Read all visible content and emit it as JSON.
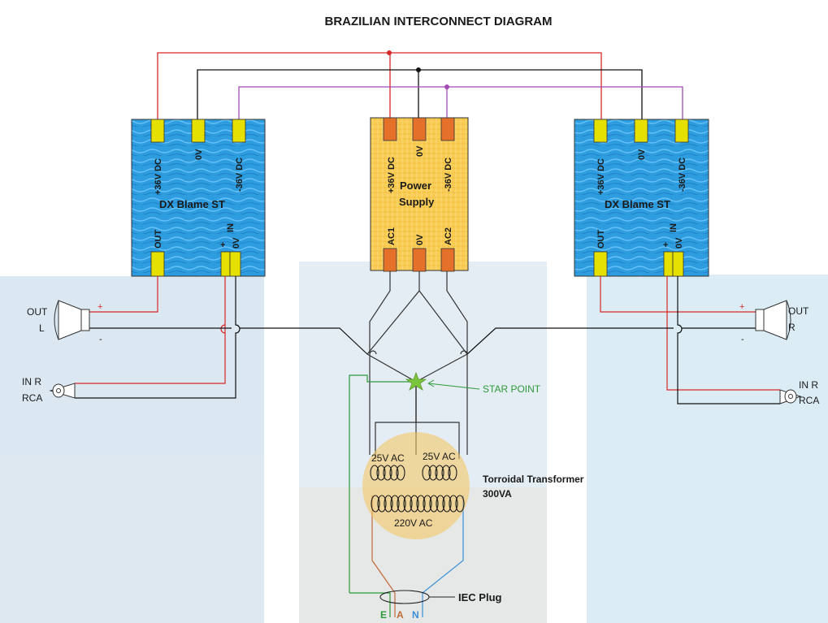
{
  "title": "BRAZILIAN INTERCONNECT DIAGRAM",
  "amp_left": {
    "name": "DX Blame ST",
    "top_pins": [
      "+36V DC",
      "0V",
      "-36V DC"
    ],
    "bottom_pins": [
      "OUT",
      "+",
      "0V",
      "IN"
    ]
  },
  "power_supply": {
    "name_line1": "Power",
    "name_line2": "Supply",
    "top_pins": [
      "+36V DC",
      "0V",
      "-36V DC"
    ],
    "bottom_pins": [
      "AC1",
      "0V",
      "AC2"
    ]
  },
  "amp_right": {
    "name": "DX Blame ST",
    "top_pins": [
      "+36V DC",
      "0V",
      "-36V DC"
    ],
    "bottom_pins": [
      "OUT",
      "+",
      "0V",
      "IN"
    ]
  },
  "speaker_left": {
    "label1": "OUT",
    "label2": "L",
    "plus": "+",
    "minus": "-"
  },
  "speaker_right": {
    "label1": "OUT",
    "label2": "R",
    "plus": "+",
    "minus": "-"
  },
  "rca_left": {
    "label1": "IN R",
    "label2": "RCA"
  },
  "rca_right": {
    "label1": "IN R",
    "label2": "RCA"
  },
  "star_point": "STAR POINT",
  "transformer": {
    "secondary_left": "25V AC",
    "secondary_right": "25V AC",
    "primary": "220V AC",
    "name": "Torroidal Transformer",
    "rating": "300VA"
  },
  "iec": {
    "label": "IEC Plug",
    "pins": [
      "E",
      "A",
      "N"
    ]
  },
  "colors": {
    "amp_blue": "#2f9fe0",
    "psu_yellow": "#f7c94a",
    "pin_yellow": "#e6e000",
    "pin_orange": "#e4702a",
    "wire_red": "#d62828",
    "wire_black": "#111111",
    "wire_purple": "#a24ab3",
    "wire_green": "#2f9a3a",
    "wire_brown": "#c06a3a",
    "wire_blue": "#3a8fd8",
    "star": "#7cc43c"
  }
}
